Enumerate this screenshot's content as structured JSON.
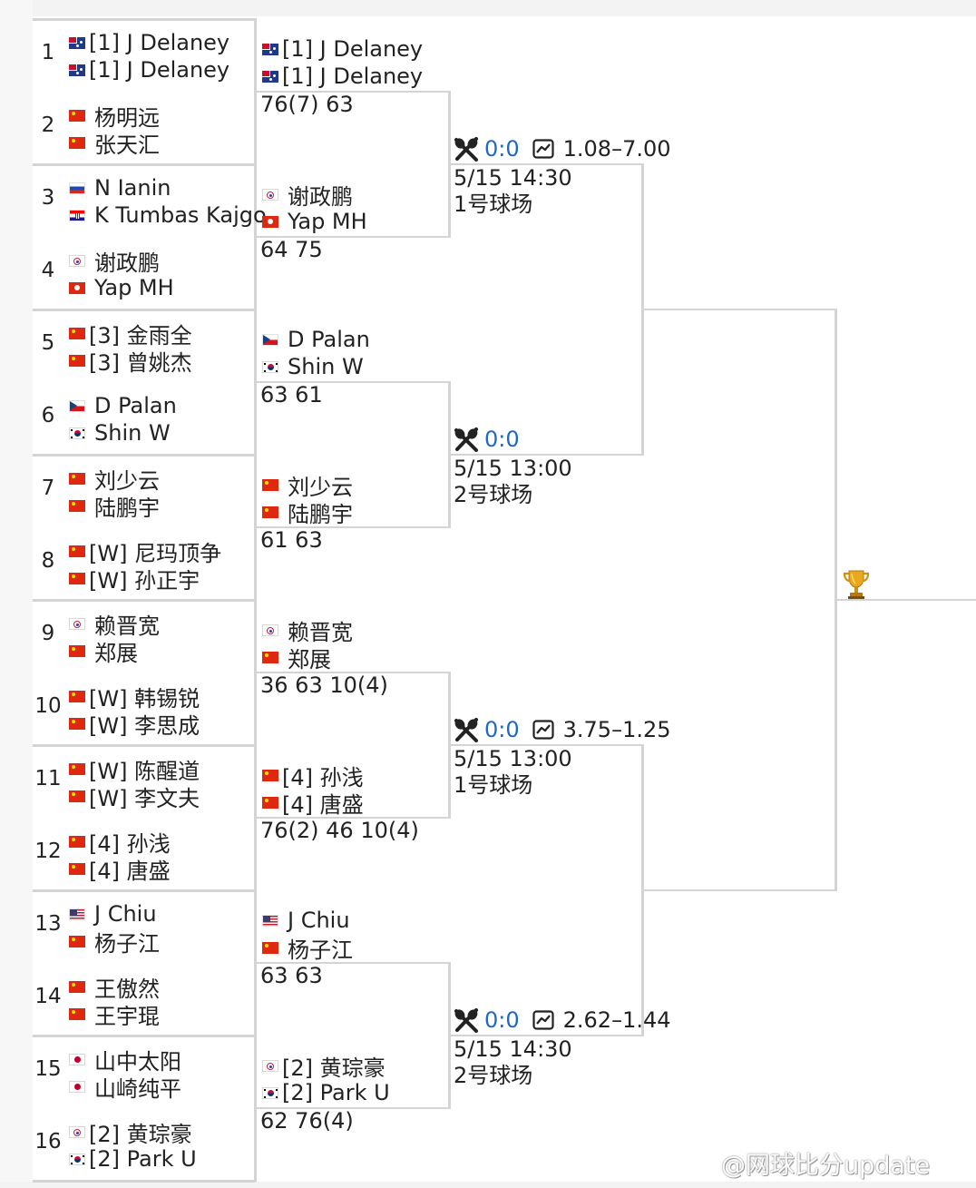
{
  "seeds": [
    "1",
    "2",
    "3",
    "4",
    "5",
    "6",
    "7",
    "8",
    "9",
    "10",
    "11",
    "12",
    "13",
    "14",
    "15",
    "16"
  ],
  "r1": [
    {
      "p1": "[1] J Delaney",
      "f1": "au",
      "p2": "[1] J Delaney",
      "f2": "au"
    },
    {
      "p1": "杨明远",
      "f1": "cn",
      "p2": "张天汇",
      "f2": "cn"
    },
    {
      "p1": "N Ianin",
      "f1": "ru",
      "p2": "K Tumbas Kajgo",
      "f2": "hr"
    },
    {
      "p1": "谢政鹏",
      "f1": "tpe",
      "p2": "Yap MH",
      "f2": "hk"
    },
    {
      "p1": "[3] 金雨全",
      "f1": "cn",
      "p2": "[3] 曾姚杰",
      "f2": "cn"
    },
    {
      "p1": "D Palan",
      "f1": "cz",
      "p2": "Shin W",
      "f2": "kr"
    },
    {
      "p1": "刘少云",
      "f1": "cn",
      "p2": "陆鹏宇",
      "f2": "cn"
    },
    {
      "p1": "[W] 尼玛顶争",
      "f1": "cn",
      "p2": "[W] 孙正宇",
      "f2": "cn"
    },
    {
      "p1": "赖晋宽",
      "f1": "tpe",
      "p2": "郑展",
      "f2": "cn"
    },
    {
      "p1": "[W] 韩锡锐",
      "f1": "cn",
      "p2": "[W] 李思成",
      "f2": "cn"
    },
    {
      "p1": "[W] 陈醒道",
      "f1": "cn",
      "p2": "[W] 李文夫",
      "f2": "cn"
    },
    {
      "p1": "[4] 孙浅",
      "f1": "cn",
      "p2": "[4] 唐盛",
      "f2": "cn"
    },
    {
      "p1": "J Chiu",
      "f1": "us",
      "p2": "杨子江",
      "f2": "cn"
    },
    {
      "p1": "王傲然",
      "f1": "cn",
      "p2": "王宇琨",
      "f2": "cn"
    },
    {
      "p1": "山中太阳",
      "f1": "jp",
      "p2": "山崎纯平",
      "f2": "jp"
    },
    {
      "p1": "[2] 黄琮豪",
      "f1": "tpe",
      "p2": "[2] Park U",
      "f2": "kr"
    }
  ],
  "r2": [
    {
      "p1": "[1] J Delaney",
      "f1": "au",
      "p2": "[1] J Delaney",
      "f2": "au",
      "score": "76(7) 63"
    },
    {
      "p1": "谢政鹏",
      "f1": "tpe",
      "p2": "Yap MH",
      "f2": "hk",
      "score": "64 75"
    },
    {
      "p1": "D Palan",
      "f1": "cz",
      "p2": "Shin W",
      "f2": "kr",
      "score": "63 61"
    },
    {
      "p1": "刘少云",
      "f1": "cn",
      "p2": "陆鹏宇",
      "f2": "cn",
      "score": "61 63"
    },
    {
      "p1": "赖晋宽",
      "f1": "tpe",
      "p2": "郑展",
      "f2": "cn",
      "score": "36 63 10(4)"
    },
    {
      "p1": "[4] 孙浅",
      "f1": "cn",
      "p2": "[4] 唐盛",
      "f2": "cn",
      "score": "76(2) 46 10(4)"
    },
    {
      "p1": "J Chiu",
      "f1": "us",
      "p2": "杨子江",
      "f2": "cn",
      "score": "63 63"
    },
    {
      "p1": "[2] 黄琮豪",
      "f1": "tpe",
      "p2": "[2] Park U",
      "f2": "kr",
      "score": "62 76(4)"
    }
  ],
  "qf": [
    {
      "vs": "0:0",
      "odds": "1.08–7.00",
      "time": "5/15 14:30",
      "court": "1号球场"
    },
    {
      "vs": "0:0",
      "odds": "",
      "time": "5/15 13:00",
      "court": "2号球场"
    },
    {
      "vs": "0:0",
      "odds": "3.75–1.25",
      "time": "5/15 13:00",
      "court": "1号球场"
    },
    {
      "vs": "0:0",
      "odds": "2.62–1.44",
      "time": "5/15 14:30",
      "court": "2号球场"
    }
  ],
  "icons": {
    "h2h": "crossed-rackets-icon",
    "odds": "odds-chart-icon",
    "winner": "trophy-icon"
  },
  "colors": {
    "line": "#d4d4d4",
    "vs": "#1a6ac8",
    "text": "#222222"
  },
  "watermark": "@网球比分update"
}
